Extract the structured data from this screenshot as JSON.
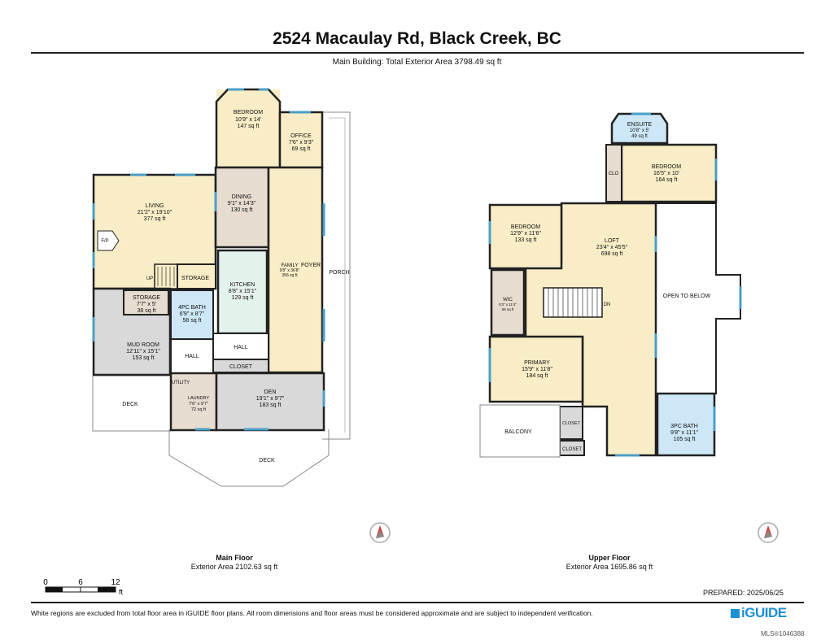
{
  "title": "2524 Macaulay Rd, Black Creek, BC",
  "subtitle": "Main Building: Total Exterior Area 3798.49 sq ft",
  "main_floor": {
    "name": "Main Floor",
    "area": "Exterior Area 2102.63 sq ft",
    "rooms": {
      "bedroom": {
        "name": "BEDROOM",
        "dims": "10'9\" x 14'",
        "area": "147 sq ft"
      },
      "office": {
        "name": "OFFICE",
        "dims": "7'6\" x 9'3\"",
        "area": "69 sq ft"
      },
      "living": {
        "name": "LIVING",
        "dims": "21'2\" x 19'10\"",
        "area": "377 sq ft"
      },
      "dining": {
        "name": "DINING",
        "dims": "9'1\" x 14'3\"",
        "area": "130 sq ft"
      },
      "family": {
        "name": "FAMILY",
        "dims": "9'8\" x 36'8\"",
        "area": "356 sq ft"
      },
      "kitchen": {
        "name": "KITCHEN",
        "dims": "8'8\" x 15'1\"",
        "area": "129 sq ft"
      },
      "storage_small": {
        "name": "STORAGE",
        "dims": "7'7\" x 5'",
        "area": "38 sq ft"
      },
      "bath4": {
        "name": "4PC BATH",
        "dims": "6'9\" x 8'7\"",
        "area": "58 sq ft"
      },
      "mudroom": {
        "name": "MUD ROOM",
        "dims": "12'11\" x 15'1\"",
        "area": "153 sq ft"
      },
      "laundry": {
        "name": "LAUNDRY",
        "dims": "7'6\" x 9'7\"",
        "area": "72 sq ft"
      },
      "den": {
        "name": "DEN",
        "dims": "19'1\" x 9'7\"",
        "area": "183 sq ft"
      }
    },
    "labels": {
      "fp": "F/P",
      "up": "UP",
      "storage": "STORAGE",
      "foyer": "FOYER",
      "porch": "PORCH",
      "hall1": "HALL",
      "hall2": "HALL",
      "closet": "CLOSET",
      "utility": "UTILITY",
      "deck_left": "DECK",
      "deck_bottom": "DECK"
    }
  },
  "upper_floor": {
    "name": "Upper Floor",
    "area": "Exterior Area 1695.86 sq ft",
    "rooms": {
      "ensuite": {
        "name": "ENSUITE",
        "dims": "10'8\" x 5'",
        "area": "49 sq ft"
      },
      "bedroom1": {
        "name": "BEDROOM",
        "dims": "16'5\" x 10'",
        "area": "164 sq ft"
      },
      "bedroom2": {
        "name": "BEDROOM",
        "dims": "12'9\" x 11'6\"",
        "area": "133 sq ft"
      },
      "loft": {
        "name": "LOFT",
        "dims": "23'4\" x 45'5\"",
        "area": "698 sq ft"
      },
      "wic": {
        "name": "WIC",
        "dims": "5'3\" x 11'4\"",
        "area": "58 sq ft"
      },
      "primary": {
        "name": "PRIMARY",
        "dims": "15'9\" x 11'8\"",
        "area": "184 sq ft"
      },
      "bath3": {
        "name": "3PC BATH",
        "dims": "9'8\" x 11'1\"",
        "area": "105 sq ft"
      }
    },
    "labels": {
      "clo": "CLO",
      "dn": "DN",
      "open": "OPEN TO BELOW",
      "balcony": "BALCONY",
      "closet1": "CLOSET",
      "closet2": "CLOSET"
    }
  },
  "scale": {
    "t0": "0",
    "t1": "6",
    "t2": "12",
    "unit": "ft"
  },
  "prepared": "PREPARED:  2025/06/25",
  "footnote": "White regions are excluded from total floor area in iGUIDE floor plans. All room dimensions and floor areas must be considered approximate and are subject to independent verification.",
  "brand": "iGUIDE",
  "mls": "MLS®1046388",
  "colors": {
    "yellow": "#f8edc6",
    "grey": "#d9d9d9",
    "taupe": "#e6dcd0",
    "blue": "#cde7f6",
    "kitchen": "#e4f2ec",
    "window": "#4a9fc6"
  }
}
